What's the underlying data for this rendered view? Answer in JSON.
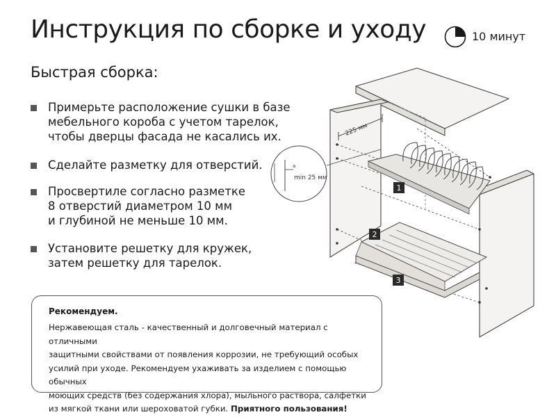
{
  "header": {
    "title": "Инструкция по сборке и уходу",
    "time_icon": "clock-quarter-icon",
    "time_label": "10 минут"
  },
  "section": {
    "title": "Быстрая сборка:"
  },
  "steps": [
    {
      "text": "Примерьте расположение сушки в базе\nмебельного короба с учетом тарелок,\nчтобы дверцы фасада не касались их."
    },
    {
      "text": "Сделайте разметку для отверстий."
    },
    {
      "text": "Просвертиле согласно разметке\n8 отверстий диаметром 10 мм\nи глубиной не меньше 10 мм."
    },
    {
      "text": "Установите решетку для кружек,\nзатем решетку для тарелок."
    }
  ],
  "bullet_icon": "square-bullet-icon",
  "recommendation": {
    "title": "Рекомендуем.",
    "body": "Нержавеющая сталь - качественный и долговечный материал с отличными\nзащитными свойствами от появления коррозии, не требующий особых\nусилий при уходе. Рекомендуем ухаживать за изделием с помощью обычных\nмоющих средств (без содержания хлора), мыльного раствора, салфетки\nиз мягкой ткани или шероховатой губки. ",
    "closing": "Приятного пользования!"
  },
  "illustration": {
    "dimension_label": "225 мм",
    "depth_label": "min 25 мм",
    "callouts": [
      "1",
      "2",
      "3"
    ]
  },
  "colors": {
    "text": "#1a1a1a",
    "callout_bg": "#2a2a2a",
    "cabinet_fill": "#f5f3f1",
    "cabinet_stroke": "#444444"
  }
}
